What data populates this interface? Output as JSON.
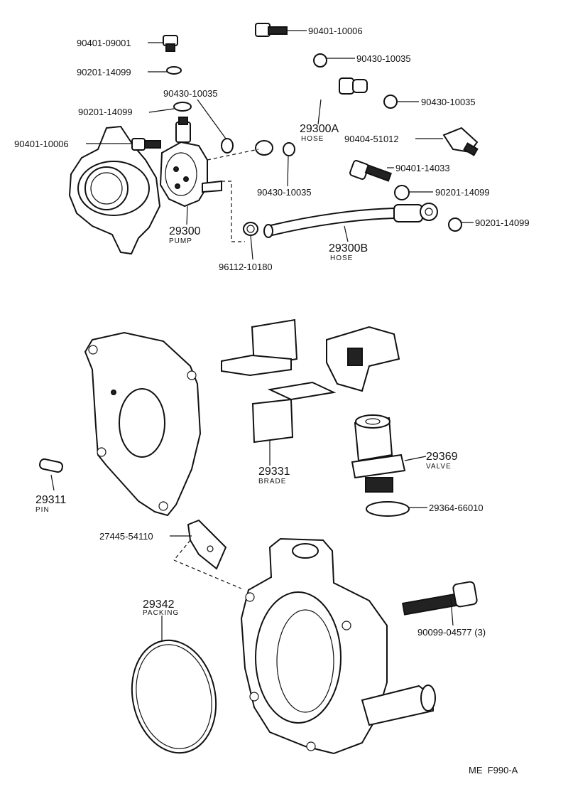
{
  "callouts": {
    "p1": "90401-09001",
    "p2": "90201-14099",
    "p3": "90430-10035",
    "p4": "90201-14099",
    "p5": "90401-10006",
    "p6": "90401-10006",
    "p7": "90430-10035",
    "p8": "90430-10035",
    "p9": "90404-51012",
    "p10": "90430-10035",
    "p11": "90401-14033",
    "p12": "90201-14099",
    "p13": "90201-14099",
    "p14": "96112-10180",
    "p15": "27445-54110",
    "p16": "29364-66010",
    "p17": "90099-04577 (3)"
  },
  "assemblies": {
    "hoseA": {
      "number": "29300A",
      "name": "HOSE"
    },
    "pump": {
      "number": "29300",
      "name": "PUMP"
    },
    "hoseB": {
      "number": "29300B",
      "name": "HOSE"
    },
    "blade": {
      "number": "29331",
      "name": "BRADE"
    },
    "valve": {
      "number": "29369",
      "name": "VALVE"
    },
    "pin": {
      "number": "29311",
      "name": "PIN"
    },
    "packing": {
      "number": "29342",
      "name": "PACKING"
    }
  },
  "figure_code": "ME  F990-A"
}
